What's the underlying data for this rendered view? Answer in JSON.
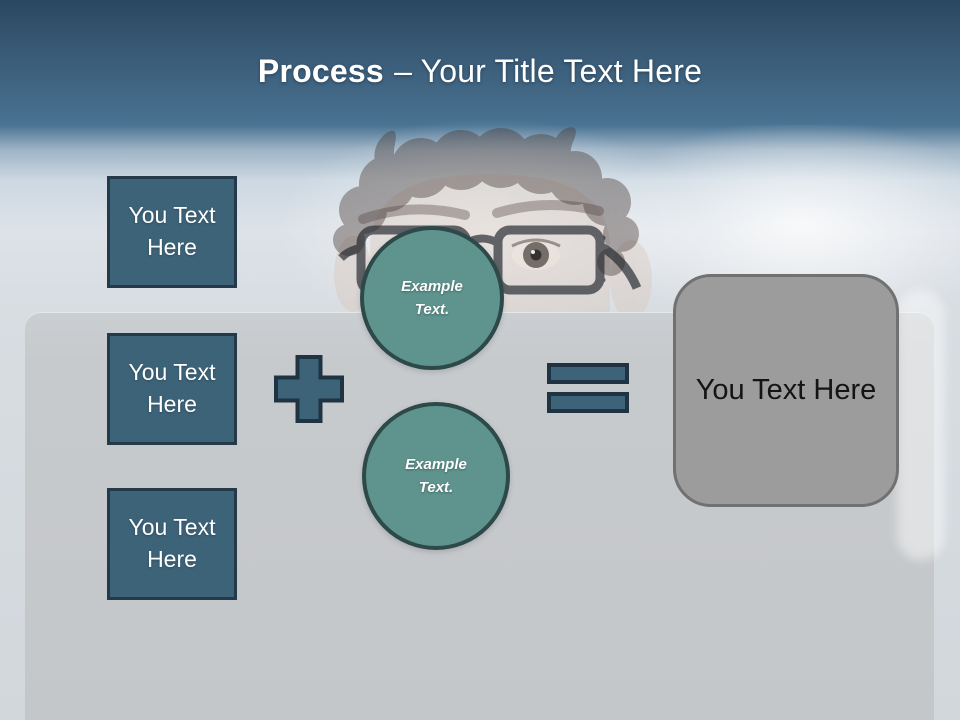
{
  "title": {
    "emphasis": "Process",
    "rest": "– Your Title Text Here"
  },
  "boxes": [
    {
      "label": "You Text Here"
    },
    {
      "label": "You Text Here"
    },
    {
      "label": "You Text Here"
    }
  ],
  "circles": [
    {
      "label": "Example Text."
    },
    {
      "label": "Example Text."
    }
  ],
  "result": {
    "label": "You Text Here"
  },
  "icons": {
    "plus": "plus-icon",
    "equals": "equals-icon"
  },
  "colors": {
    "accent_blue": "#3d6378",
    "accent_blue_border": "#24394a",
    "accent_teal": "#5f938d",
    "accent_teal_border": "#2d4949",
    "result_gray": "#9c9c9c",
    "panel_gray": "#c6c9cb",
    "header_blue": "#47708f",
    "title_text": "#ffffff"
  }
}
